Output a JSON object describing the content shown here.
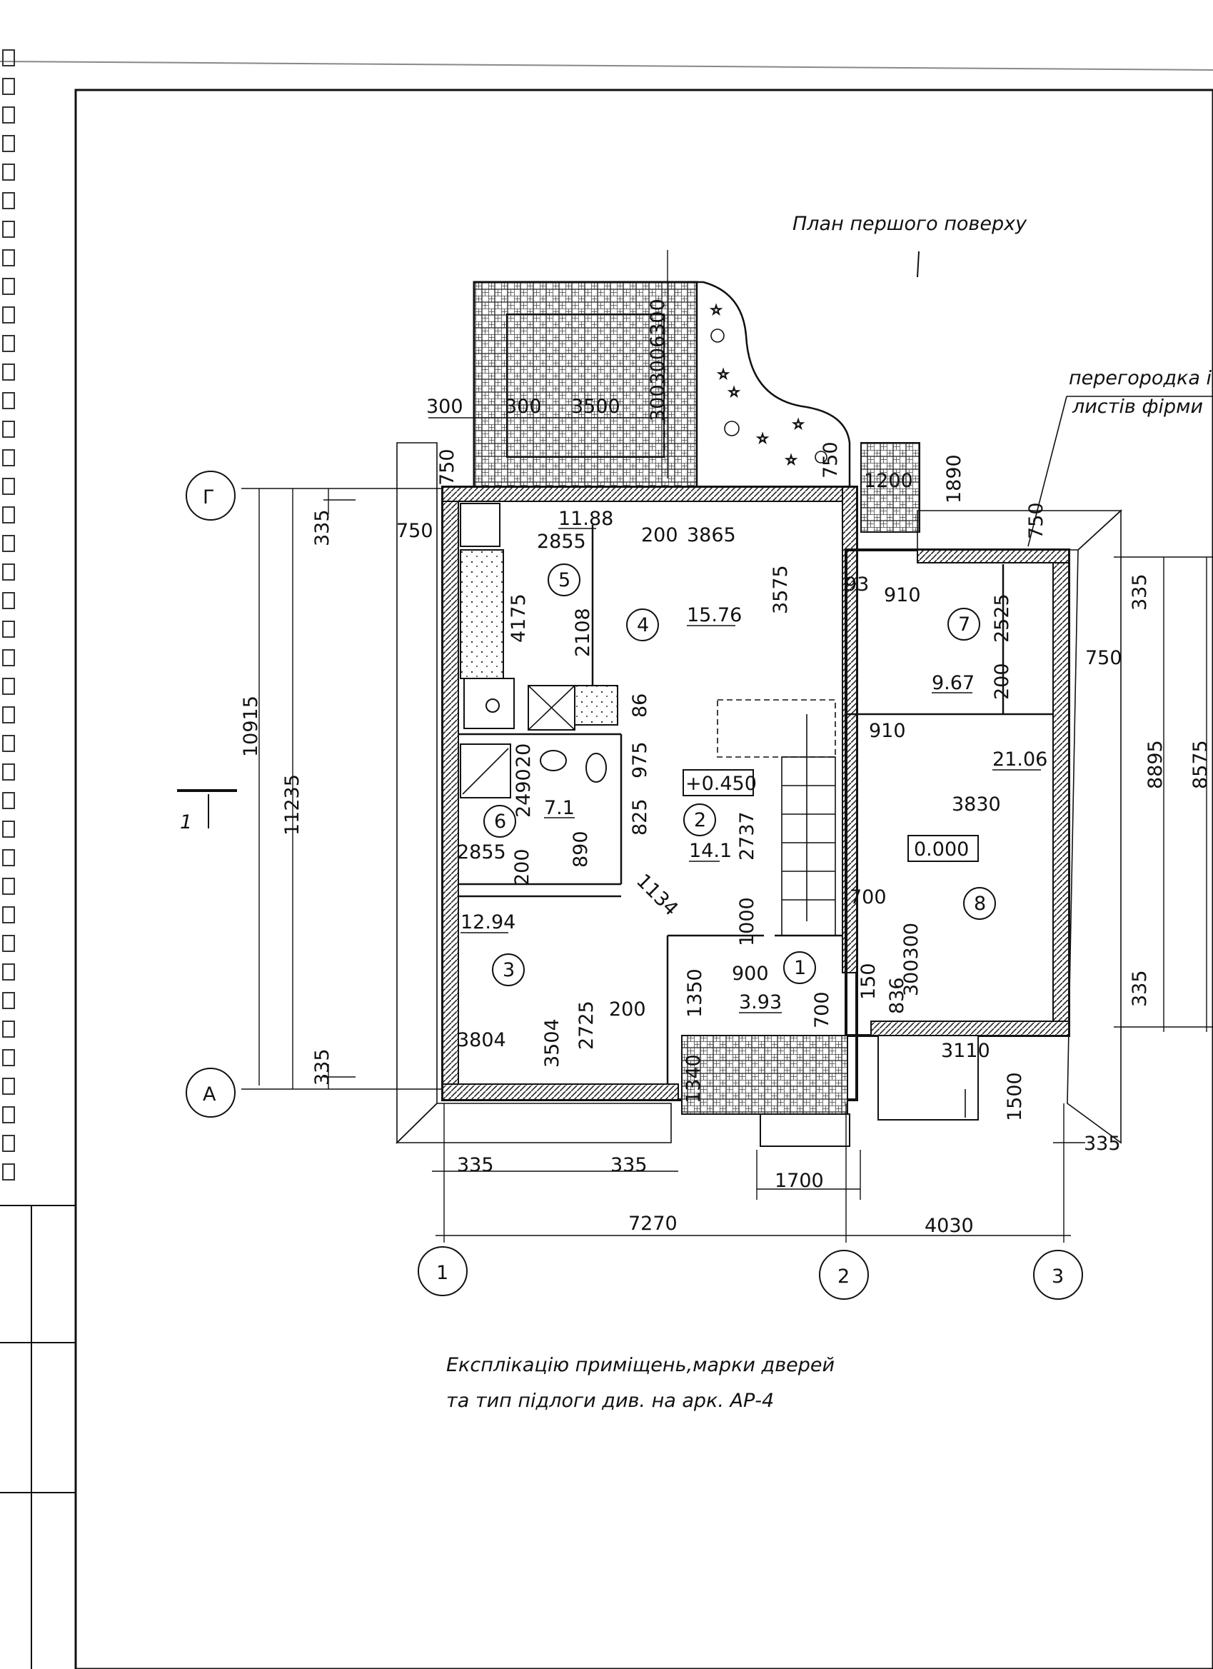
{
  "title": "План першого поверху",
  "partition_note": [
    "перегородка і",
    "листів фірми"
  ],
  "explication_note": [
    "Експлікацію приміщень,марки дверей",
    "та тип підлоги див. на арк. АР-4"
  ],
  "axes": {
    "rows": [
      "Г",
      "А"
    ],
    "columns": [
      "1",
      "2",
      "3"
    ]
  },
  "section_marker": "1",
  "levels": [
    "+0.450",
    "0.000"
  ],
  "rooms": [
    {
      "number": "1",
      "area": "3.93"
    },
    {
      "number": "2",
      "area": "14.1"
    },
    {
      "number": "3",
      "area": "12.94"
    },
    {
      "number": "4",
      "area": "15.76"
    },
    {
      "number": "5",
      "area": "11.88"
    },
    {
      "number": "6",
      "area": "7.1"
    },
    {
      "number": "7",
      "area": "9.67"
    },
    {
      "number": "8",
      "area": "21.06"
    }
  ],
  "dimensions": {
    "left_overall": "10915",
    "left_inner": "11235",
    "left_top": "335",
    "left_bottom": "335",
    "right_inner": "8895",
    "right_overall": "8575",
    "right_top": "335",
    "right_bottom": "335",
    "bottom_axis_1_2": "7270",
    "bottom_axis_2_3": "4030",
    "bottom_335_a": "335",
    "bottom_335_b": "335",
    "bottom_335_c": "335",
    "porch_width": "1700",
    "terrace_300_a": "300",
    "terrace_300_b": "300",
    "terrace_3500": "3500",
    "terrace_300300": "3003006300",
    "terrace_300_side": "300",
    "terrace_750": "750",
    "terrace_750_b": "750",
    "left_750": "750",
    "r5_2855": "2855",
    "r5_4175": "4175",
    "r4_200": "200",
    "r4_3865": "3865",
    "r4_3575": "3575",
    "r4_2108": "2108",
    "stair_1200": "1200",
    "stair_1890": "1890",
    "r7_93": "93",
    "r7_910": "910",
    "r7_2525": "2525",
    "r7_200": "200",
    "r7_750_top": "750",
    "r7_750": "750",
    "r8_910": "910",
    "r8_3830": "3830",
    "r8_700": "700",
    "r8_300300": "300300",
    "r8_836": "836",
    "r8_150": "150",
    "r8_3110": "3110",
    "r8_1500": "1500",
    "r6_2490": "2490",
    "r6_20": "20",
    "r6_2855": "2855",
    "r6_200": "200",
    "r6_890": "890",
    "r2_975": "975",
    "r2_86": "86",
    "r2_825": "825",
    "r2_2737": "2737",
    "r2_1134": "1134",
    "r2_1000": "1000",
    "r3_3804": "3804",
    "r3_3504": "3504",
    "r3_2725": "2725",
    "r3_200": "200",
    "r1_1350": "1350",
    "r1_900": "900",
    "r1_700": "700",
    "r1_1340": "1340"
  }
}
